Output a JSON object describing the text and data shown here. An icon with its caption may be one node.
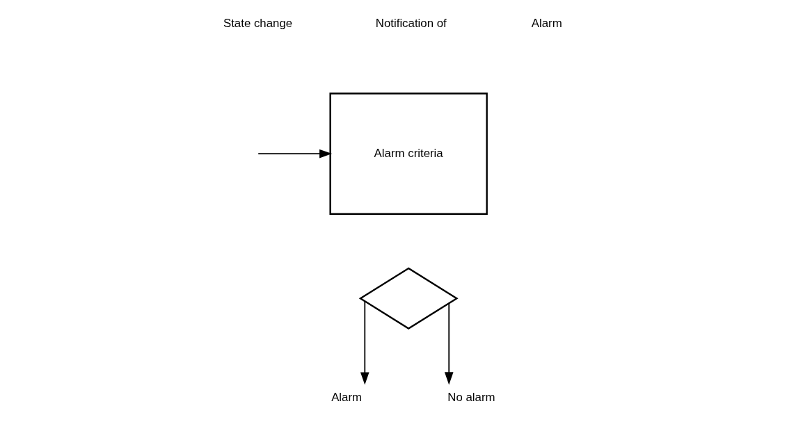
{
  "diagram": {
    "nodes": [
      {
        "text": [
          "Alarm criteria"
        ]
      },
      {
        "text": [],
        "shape": "diamond"
      },
      {
        "text": [
          "Alarm"
        ]
      },
      {
        "text": [
          "No alarm"
        ]
      }
    ],
    "edges": [
      {
        "from": null,
        "to": 0,
        "arrow": "to"
      },
      {
        "from": 1,
        "to": 2,
        "arrow": "to"
      },
      {
        "from": 1,
        "to": 3,
        "arrow": "to"
      }
    ],
    "labels": [
      "Notification of",
      "Alarm",
      "State change"
    ]
  }
}
